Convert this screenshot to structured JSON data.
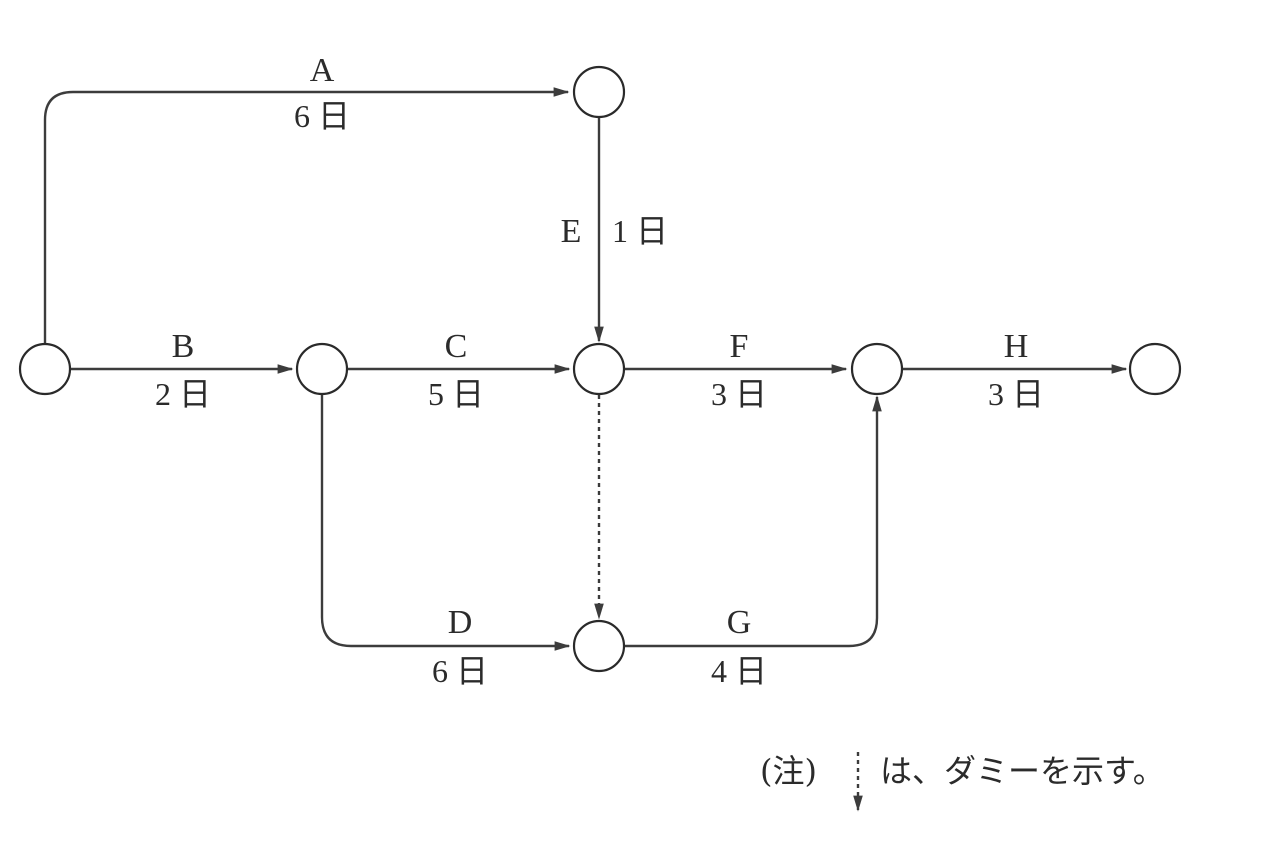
{
  "activities": [
    {
      "id": "A",
      "duration": "6 日"
    },
    {
      "id": "B",
      "duration": "2 日"
    },
    {
      "id": "C",
      "duration": "5 日"
    },
    {
      "id": "D",
      "duration": "6 日"
    },
    {
      "id": "E",
      "duration": "1 日"
    },
    {
      "id": "F",
      "duration": "3 日"
    },
    {
      "id": "G",
      "duration": "4 日"
    },
    {
      "id": "H",
      "duration": "3 日"
    }
  ],
  "note": {
    "prefix": "(注)",
    "text": "は、ダミーを示す。"
  }
}
